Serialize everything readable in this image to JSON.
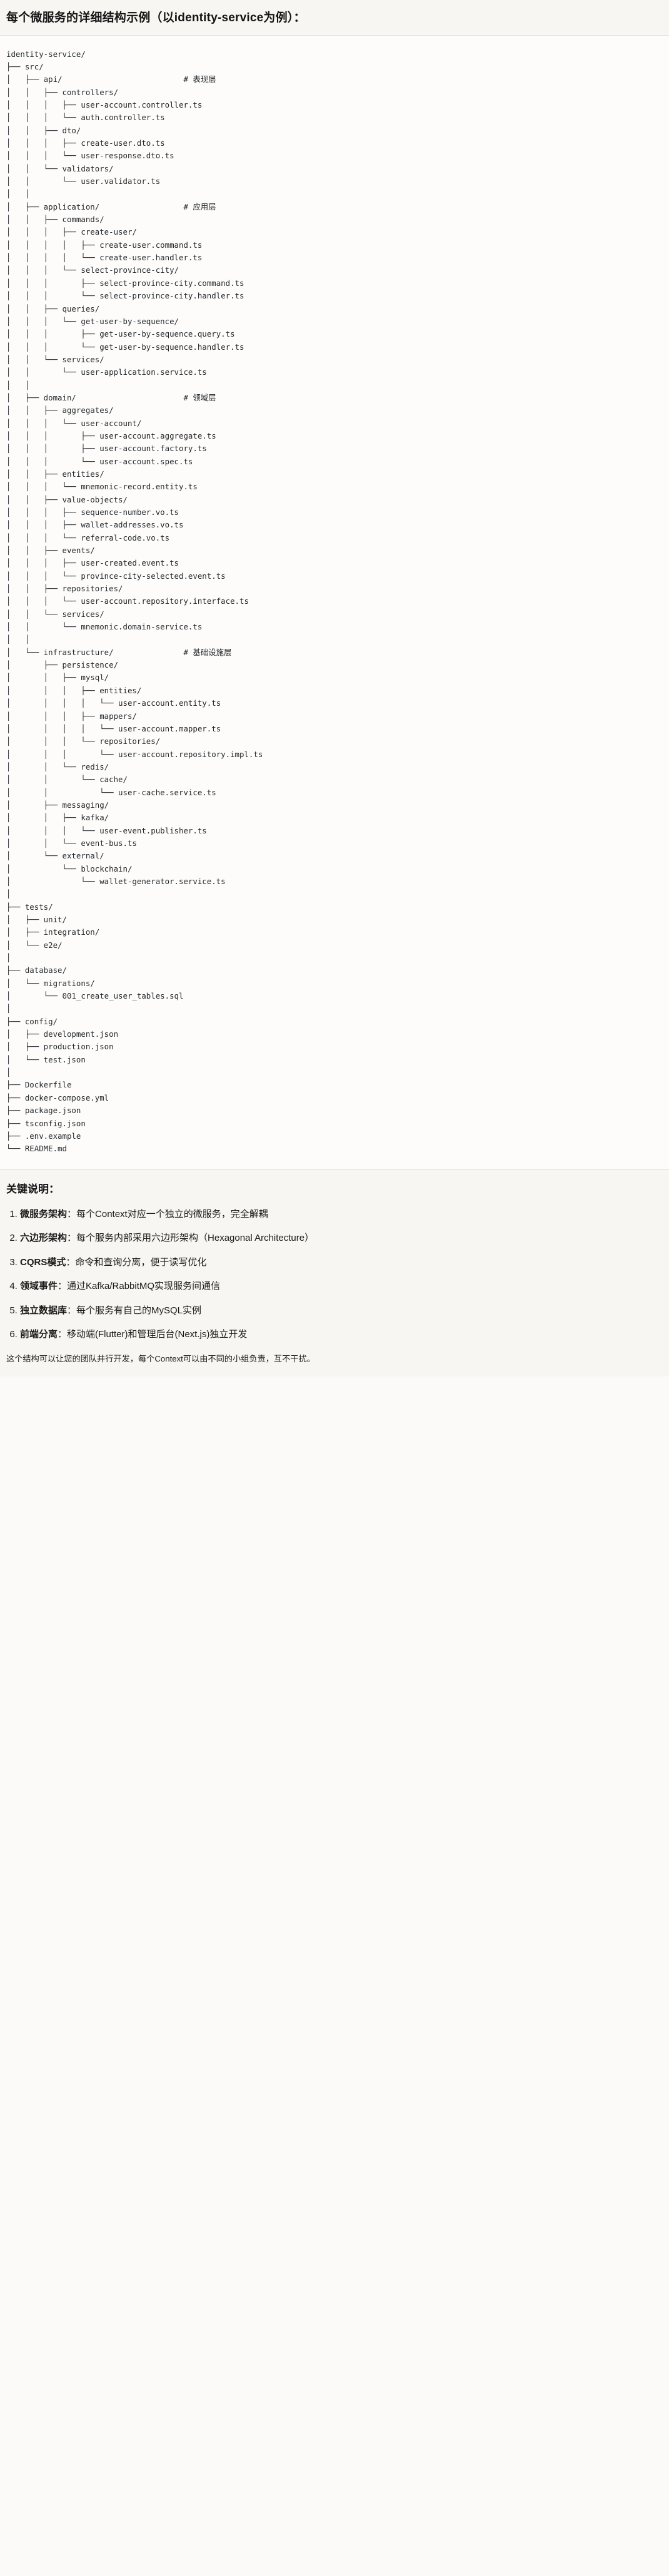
{
  "header": {
    "title": "每个微服务的详细结构示例（以identity-service为例）："
  },
  "tree": {
    "root": "identity-service/",
    "text": "identity-service/\n├── src/\n│   ├── api/                          # 表现层\n│   │   ├── controllers/\n│   │   │   ├── user-account.controller.ts\n│   │   │   └── auth.controller.ts\n│   │   ├── dto/\n│   │   │   ├── create-user.dto.ts\n│   │   │   └── user-response.dto.ts\n│   │   └── validators/\n│   │       └── user.validator.ts\n│   │\n│   ├── application/                  # 应用层\n│   │   ├── commands/\n│   │   │   ├── create-user/\n│   │   │   │   ├── create-user.command.ts\n│   │   │   │   └── create-user.handler.ts\n│   │   │   └── select-province-city/\n│   │   │       ├── select-province-city.command.ts\n│   │   │       └── select-province-city.handler.ts\n│   │   ├── queries/\n│   │   │   └── get-user-by-sequence/\n│   │   │       ├── get-user-by-sequence.query.ts\n│   │   │       └── get-user-by-sequence.handler.ts\n│   │   └── services/\n│   │       └── user-application.service.ts\n│   │\n│   ├── domain/                       # 领域层\n│   │   ├── aggregates/\n│   │   │   └── user-account/\n│   │   │       ├── user-account.aggregate.ts\n│   │   │       ├── user-account.factory.ts\n│   │   │       └── user-account.spec.ts\n│   │   ├── entities/\n│   │   │   └── mnemonic-record.entity.ts\n│   │   ├── value-objects/\n│   │   │   ├── sequence-number.vo.ts\n│   │   │   ├── wallet-addresses.vo.ts\n│   │   │   └── referral-code.vo.ts\n│   │   ├── events/\n│   │   │   ├── user-created.event.ts\n│   │   │   └── province-city-selected.event.ts\n│   │   ├── repositories/\n│   │   │   └── user-account.repository.interface.ts\n│   │   └── services/\n│   │       └── mnemonic.domain-service.ts\n│   │\n│   └── infrastructure/               # 基础设施层\n│       ├── persistence/\n│       │   ├── mysql/\n│       │   │   ├── entities/\n│       │   │   │   └── user-account.entity.ts\n│       │   │   ├── mappers/\n│       │   │   │   └── user-account.mapper.ts\n│       │   │   └── repositories/\n│       │   │       └── user-account.repository.impl.ts\n│       │   └── redis/\n│       │       └── cache/\n│       │           └── user-cache.service.ts\n│       ├── messaging/\n│       │   ├── kafka/\n│       │   │   └── user-event.publisher.ts\n│       │   └── event-bus.ts\n│       └── external/\n│           └── blockchain/\n│               └── wallet-generator.service.ts\n│\n├── tests/\n│   ├── unit/\n│   ├── integration/\n│   └── e2e/\n│\n├── database/\n│   └── migrations/\n│       └── 001_create_user_tables.sql\n│\n├── config/\n│   ├── development.json\n│   ├── production.json\n│   └── test.json\n│\n├── Dockerfile\n├── docker-compose.yml\n├── package.json\n├── tsconfig.json\n├── .env.example\n└── README.md",
    "layer_comments": [
      {
        "path": "api/",
        "comment": "# 表现层"
      },
      {
        "path": "application/",
        "comment": "# 应用层"
      },
      {
        "path": "domain/",
        "comment": "# 领域层"
      },
      {
        "path": "infrastructure/",
        "comment": "# 基础设施层"
      }
    ]
  },
  "notes": {
    "title": "关键说明：",
    "items": [
      {
        "label": "微服务架构",
        "text": "：每个Context对应一个独立的微服务，完全解耦"
      },
      {
        "label": "六边形架构",
        "text": "：每个服务内部采用六边形架构（Hexagonal Architecture）"
      },
      {
        "label": "CQRS模式",
        "text": "：命令和查询分离，便于读写优化"
      },
      {
        "label": "领域事件",
        "text": "：通过Kafka/RabbitMQ实现服务间通信"
      },
      {
        "label": "独立数据库",
        "text": "：每个服务有自己的MySQL实例"
      },
      {
        "label": "前端分离",
        "text": "：移动端(Flutter)和管理后台(Next.js)独立开发"
      }
    ],
    "closing": "这个结构可以让您的团队并行开发，每个Context可以由不同的小组负责，互不干扰。"
  },
  "colors": {
    "page_bg": "#fbfaf8",
    "band_bg": "#f7f6f2",
    "code_bg": "#fdfcfa",
    "text": "#1a1a1a",
    "code_text": "#24292e",
    "divider": "#e3e0da"
  }
}
